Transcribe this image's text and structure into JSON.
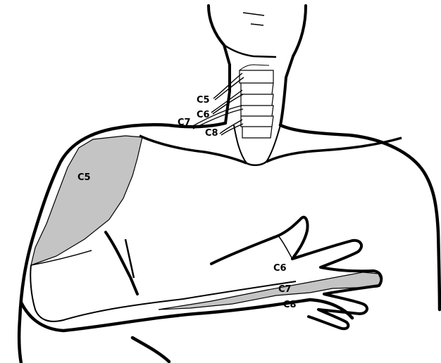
{
  "labels": {
    "neck": {
      "c5": "C5",
      "c6": "C6",
      "c7": "C7",
      "c8": "C8"
    },
    "dermatomes": {
      "shoulder": "C5",
      "thumb": "C6",
      "middle_finger": "C7",
      "little_finger": "C8"
    }
  },
  "colors": {
    "outline": "#000000",
    "dermatome_fill": "#c4c4c4",
    "background": "#ffffff"
  }
}
